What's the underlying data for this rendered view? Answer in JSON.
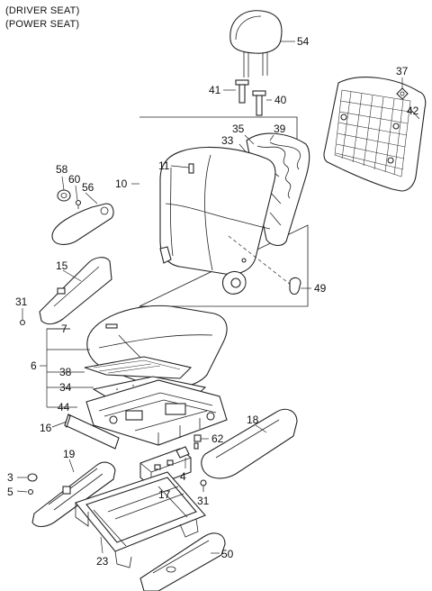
{
  "header": {
    "line1": "(DRIVER SEAT)",
    "line2": "(POWER SEAT)"
  },
  "callouts": {
    "c54": "54",
    "c41": "41",
    "c40": "40",
    "c37": "37",
    "c42": "42",
    "c35": "35",
    "c39": "39",
    "c33": "33",
    "c11": "11",
    "c10": "10",
    "c58": "58",
    "c60": "60",
    "c56": "56",
    "c15": "15",
    "c31a": "31",
    "c49": "49",
    "c7": "7",
    "c6": "6",
    "c38": "38",
    "c34": "34",
    "c44": "44",
    "c16": "16",
    "c18": "18",
    "c62": "62",
    "c4": "4",
    "c19": "19",
    "c3": "3",
    "c5": "5",
    "c17": "17",
    "c31b": "31",
    "c23": "23",
    "c50": "50"
  },
  "colors": {
    "line": "#222222",
    "background": "#ffffff"
  }
}
